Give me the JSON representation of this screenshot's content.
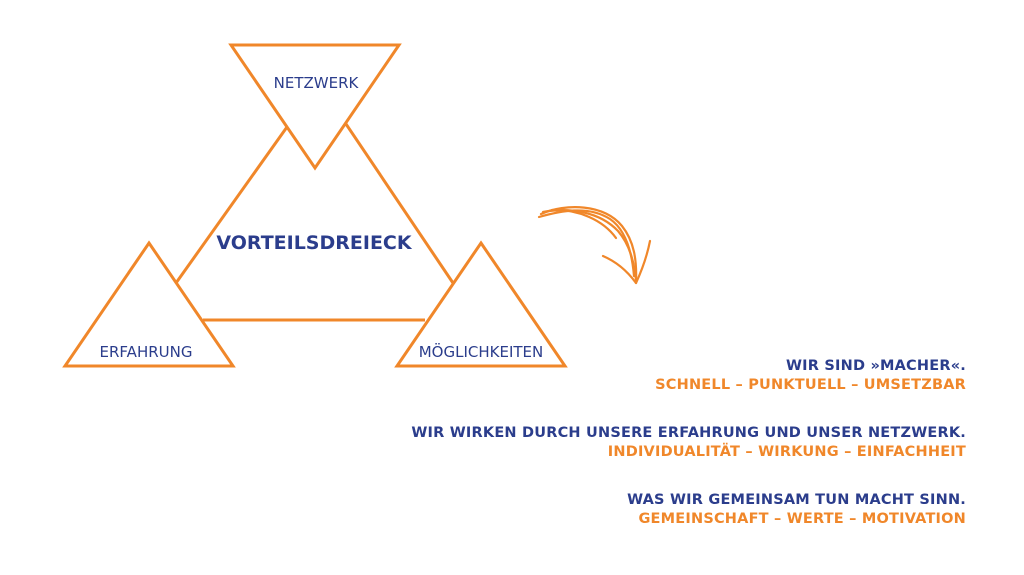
{
  "diagram": {
    "center_label": "VORTEILSDREIECK",
    "top_label": "NETZWERK",
    "left_label": "ERFAHRUNG",
    "right_label": "MÖGLICHKEITEN"
  },
  "statements": [
    {
      "headline": "WIR SIND »MACHER«.",
      "keywords": "SCHNELL – PUNKTUELL – UMSETZBAR"
    },
    {
      "headline": "WIR WIRKEN DURCH UNSERE ERFAHRUNG UND UNSER NETZWERK.",
      "keywords": "INDIVIDUALITÄT – WIRKUNG – EINFACHHEIT"
    },
    {
      "headline": "WAS WIR GEMEINSAM TUN MACHT SINN.",
      "keywords": "GEMEINSCHAFT – WERTE – MOTIVATION"
    }
  ],
  "colors": {
    "brand_blue": "#2b3d8c",
    "brand_orange": "#f0872a"
  }
}
